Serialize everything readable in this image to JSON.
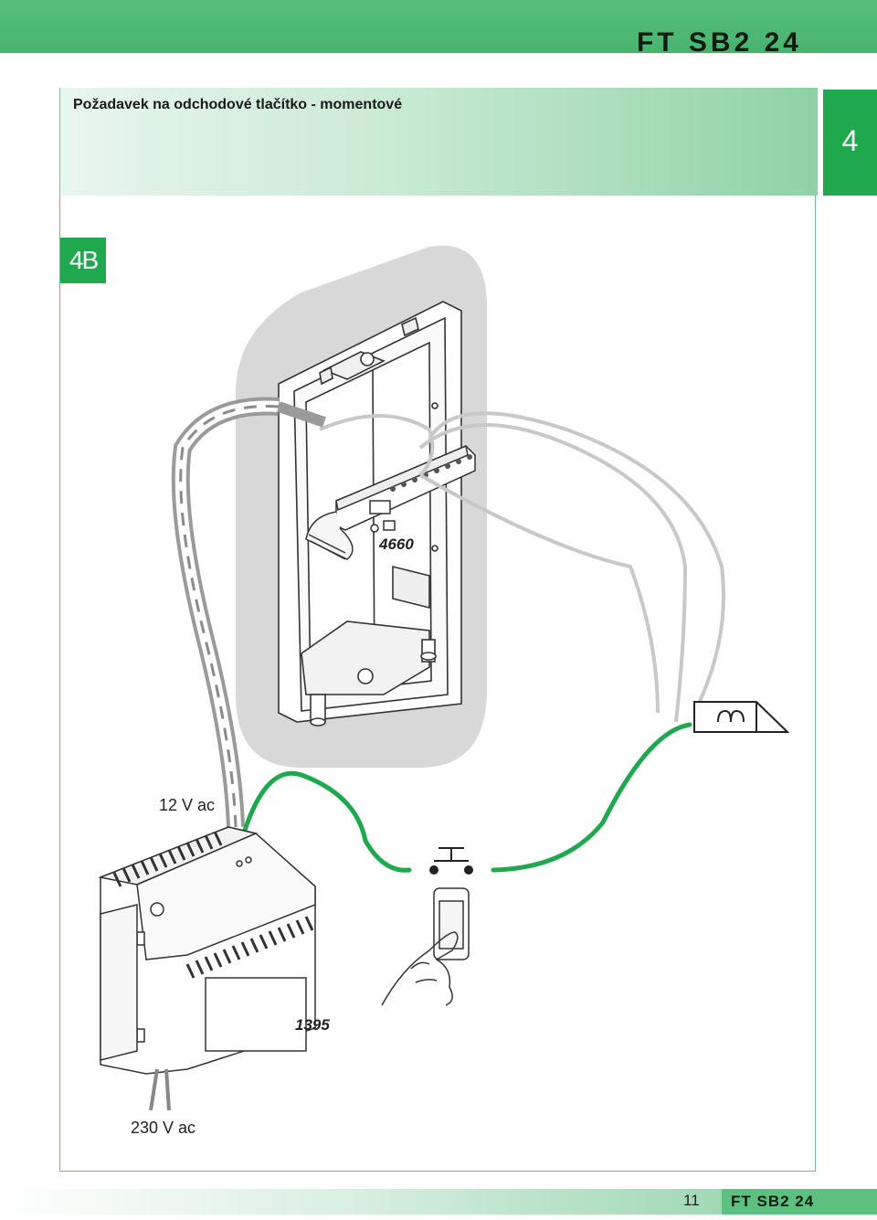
{
  "header": {
    "doc_code": "FT SB2 24"
  },
  "section": {
    "title": "Požadavek na odchodové tlačítko - momentové",
    "chapter": "4"
  },
  "figure": {
    "label": "4B",
    "module_code": "4660",
    "psu_code": "1395",
    "supply_low": "12 V ac",
    "supply_mains": "230 V ac"
  },
  "footer": {
    "page": "11",
    "doc_code": "FT SB2 24"
  },
  "colors": {
    "brand_green": "#1fa84d",
    "wire_green": "#1fa84d",
    "band_green": "#57bf7d"
  }
}
